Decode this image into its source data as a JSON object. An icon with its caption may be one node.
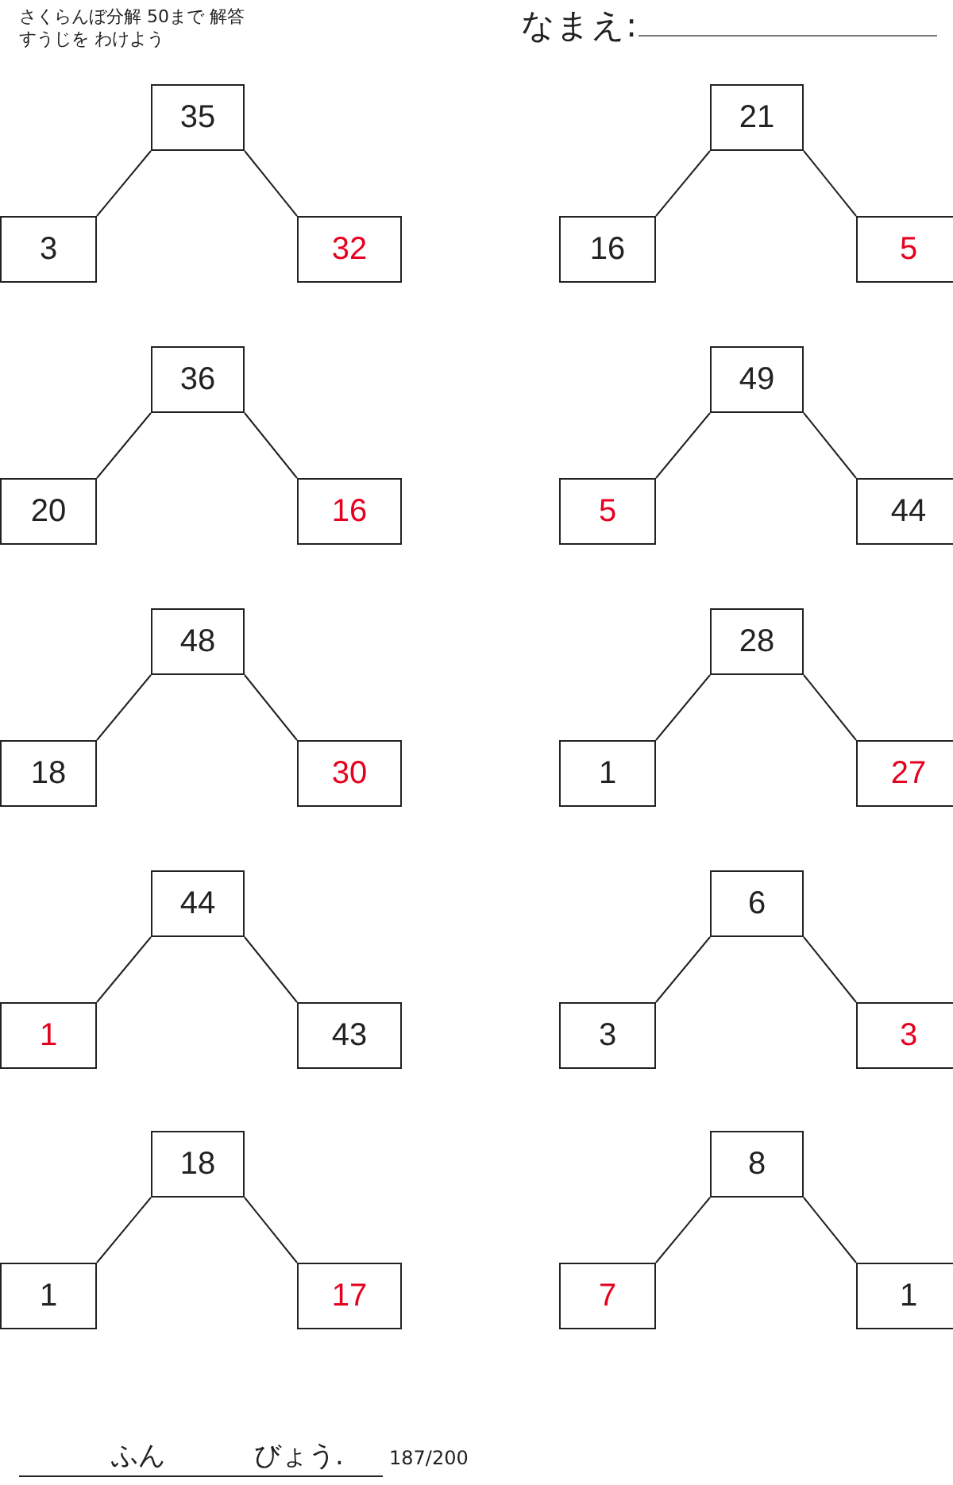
{
  "diagram": {
    "title": "さくらんぼ分解 50まで 解答",
    "nodes": [
      {
        "text": [
          "35"
        ]
      },
      {
        "text": [
          "3"
        ]
      },
      {
        "text": [
          "32"
        ]
      },
      {
        "text": [
          "21"
        ]
      },
      {
        "text": [
          "16"
        ]
      },
      {
        "text": [
          "5"
        ]
      },
      {
        "text": [
          "36"
        ]
      },
      {
        "text": [
          "20"
        ]
      },
      {
        "text": [
          "16"
        ]
      },
      {
        "text": [
          "49"
        ]
      },
      {
        "text": [
          "5"
        ]
      },
      {
        "text": [
          "44"
        ]
      },
      {
        "text": [
          "48"
        ]
      },
      {
        "text": [
          "18"
        ]
      },
      {
        "text": [
          "30"
        ]
      },
      {
        "text": [
          "28"
        ]
      },
      {
        "text": [
          "1"
        ]
      },
      {
        "text": [
          "27"
        ]
      },
      {
        "text": [
          "44"
        ]
      },
      {
        "text": [
          "1"
        ]
      },
      {
        "text": [
          "43"
        ]
      },
      {
        "text": [
          "6"
        ]
      },
      {
        "text": [
          "3"
        ]
      },
      {
        "text": [
          "3"
        ]
      },
      {
        "text": [
          "18"
        ]
      },
      {
        "text": [
          "1"
        ]
      },
      {
        "text": [
          "17"
        ]
      },
      {
        "text": [
          "8"
        ]
      },
      {
        "text": [
          "7"
        ]
      },
      {
        "text": [
          "1"
        ]
      }
    ],
    "edges": [
      {
        "from": 0,
        "to": 1,
        "arrow": "none"
      },
      {
        "from": 0,
        "to": 2,
        "arrow": "none"
      },
      {
        "from": 3,
        "to": 4,
        "arrow": "none"
      },
      {
        "from": 3,
        "to": 5,
        "arrow": "none"
      },
      {
        "from": 6,
        "to": 7,
        "arrow": "none"
      },
      {
        "from": 6,
        "to": 8,
        "arrow": "none"
      },
      {
        "from": 9,
        "to": 10,
        "arrow": "none"
      },
      {
        "from": 9,
        "to": 11,
        "arrow": "none"
      },
      {
        "from": 12,
        "to": 13,
        "arrow": "none"
      },
      {
        "from": 12,
        "to": 14,
        "arrow": "none"
      },
      {
        "from": 15,
        "to": 16,
        "arrow": "none"
      },
      {
        "from": 15,
        "to": 17,
        "arrow": "none"
      },
      {
        "from": 18,
        "to": 19,
        "arrow": "none"
      },
      {
        "from": 18,
        "to": 20,
        "arrow": "none"
      },
      {
        "from": 21,
        "to": 22,
        "arrow": "none"
      },
      {
        "from": 21,
        "to": 23,
        "arrow": "none"
      },
      {
        "from": 24,
        "to": 25,
        "arrow": "none"
      },
      {
        "from": 24,
        "to": 26,
        "arrow": "none"
      },
      {
        "from": 27,
        "to": 28,
        "arrow": "none"
      },
      {
        "from": 27,
        "to": 29,
        "arrow": "none"
      }
    ],
    "labels": [
      "すうじを わけよう",
      "なまえ:",
      "ふん",
      "びょう.",
      "187/200"
    ]
  }
}
